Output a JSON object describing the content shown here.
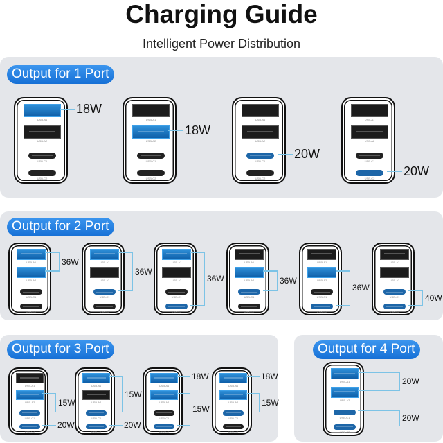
{
  "header": {
    "title": "Charging Guide",
    "subtitle": "Intelligent Power Distribution"
  },
  "port_labels": {
    "A1": "USB-A1",
    "A2": "USB-A2",
    "C1": "USB-C1",
    "C2": "USB-C2"
  },
  "colors": {
    "accent": "#1670d6",
    "active_port": "#1d66a8",
    "panel_bg": "#e4e6ea",
    "line": "#7cc3e6"
  },
  "panels": [
    {
      "title": "Output for 1 Port",
      "chargers": [
        {
          "active": [
            "A1"
          ],
          "outputs": [
            {
              "ports": [
                "A1"
              ],
              "label": "18W"
            }
          ]
        },
        {
          "active": [
            "A2"
          ],
          "outputs": [
            {
              "ports": [
                "A2"
              ],
              "label": "18W"
            }
          ]
        },
        {
          "active": [
            "C1"
          ],
          "outputs": [
            {
              "ports": [
                "C1"
              ],
              "label": "20W"
            }
          ]
        },
        {
          "active": [
            "C2"
          ],
          "outputs": [
            {
              "ports": [
                "C2"
              ],
              "label": "20W"
            }
          ]
        }
      ]
    },
    {
      "title": "Output for 2 Port",
      "chargers": [
        {
          "active": [
            "A1",
            "A2"
          ],
          "outputs": [
            {
              "ports": [
                "A1",
                "A2"
              ],
              "label": "36W"
            }
          ]
        },
        {
          "active": [
            "A1",
            "C1"
          ],
          "outputs": [
            {
              "ports": [
                "A1",
                "C1"
              ],
              "label": "36W"
            }
          ]
        },
        {
          "active": [
            "A1",
            "C2"
          ],
          "outputs": [
            {
              "ports": [
                "A1",
                "C2"
              ],
              "label": "36W"
            }
          ]
        },
        {
          "active": [
            "A2",
            "C1"
          ],
          "outputs": [
            {
              "ports": [
                "A2",
                "C1"
              ],
              "label": "36W"
            }
          ]
        },
        {
          "active": [
            "A2",
            "C2"
          ],
          "outputs": [
            {
              "ports": [
                "A2",
                "C2"
              ],
              "label": "36W"
            }
          ]
        },
        {
          "active": [
            "C1",
            "C2"
          ],
          "outputs": [
            {
              "ports": [
                "C1",
                "C2"
              ],
              "label": "40W"
            }
          ]
        }
      ]
    },
    {
      "title": "Output for 3 Port",
      "chargers": [
        {
          "active": [
            "A2",
            "C1",
            "C2"
          ],
          "outputs": [
            {
              "ports": [
                "A2",
                "C1"
              ],
              "label": "15W"
            },
            {
              "ports": [
                "C2"
              ],
              "label": "20W"
            }
          ]
        },
        {
          "active": [
            "A1",
            "C1",
            "C2"
          ],
          "outputs": [
            {
              "ports": [
                "A1",
                "C1"
              ],
              "label": "15W"
            },
            {
              "ports": [
                "C2"
              ],
              "label": "20W"
            }
          ]
        },
        {
          "active": [
            "A1",
            "A2",
            "C2"
          ],
          "outputs": [
            {
              "ports": [
                "A1"
              ],
              "label": "18W"
            },
            {
              "ports": [
                "A2",
                "C2"
              ],
              "label": "15W"
            }
          ]
        },
        {
          "active": [
            "A1",
            "A2",
            "C1"
          ],
          "outputs": [
            {
              "ports": [
                "A1"
              ],
              "label": "18W"
            },
            {
              "ports": [
                "A2",
                "C1"
              ],
              "label": "15W"
            }
          ]
        }
      ]
    },
    {
      "title": "Output for 4 Port",
      "chargers": [
        {
          "active": [
            "A1",
            "A2",
            "C1",
            "C2"
          ],
          "outputs": [
            {
              "ports": [
                "A1",
                "A2"
              ],
              "label": "20W"
            },
            {
              "ports": [
                "C1",
                "C2"
              ],
              "label": "20W"
            }
          ]
        }
      ]
    }
  ]
}
